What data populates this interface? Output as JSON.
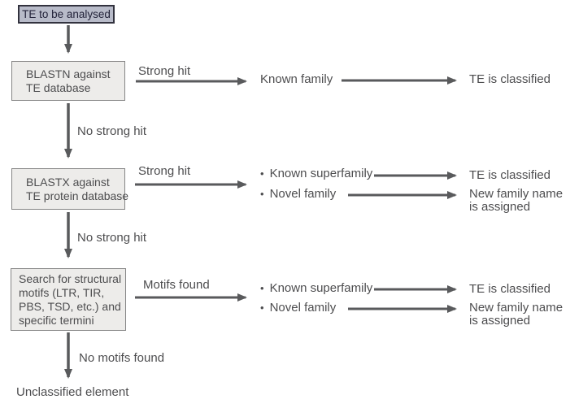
{
  "glyphs": {
    "bullet": "•"
  },
  "colors": {
    "arrow": "#595a5c",
    "box-fill": "#edecea",
    "box-border": "#858585",
    "start-fill": "#b8bbc9",
    "start-border": "#32323e",
    "ink": "#4d4d4f",
    "start-ink": "#23233a"
  },
  "diagram": {
    "start": {
      "label": "TE to be analysed"
    },
    "row1": {
      "box": {
        "line1": "BLASTN against",
        "line2": "TE database"
      },
      "hit_label": "Strong hit",
      "intermediate": "Known family",
      "outcome": "TE is classified",
      "miss_label": "No strong hit"
    },
    "row2": {
      "box": {
        "line1": "BLASTX against",
        "line2": "TE protein database"
      },
      "hit_label": "Strong hit",
      "bullet1": "Known superfamily",
      "bullet2": "Novel family",
      "outcome1": "TE is classified",
      "outcome2_line1": "New family name",
      "outcome2_line2": "is assigned",
      "miss_label": "No strong hit"
    },
    "row3": {
      "box": {
        "line1": "Search for structural",
        "line2": "motifs (LTR, TIR,",
        "line3": "PBS, TSD, etc.) and",
        "line4": "specific termini"
      },
      "hit_label": "Motifs found",
      "bullet1": "Known superfamily",
      "bullet2": "Novel family",
      "outcome1": "TE is classified",
      "outcome2_line1": "New family name",
      "outcome2_line2": "is assigned",
      "miss_label": "No motifs found"
    },
    "end": {
      "label": "Unclassified element"
    }
  }
}
